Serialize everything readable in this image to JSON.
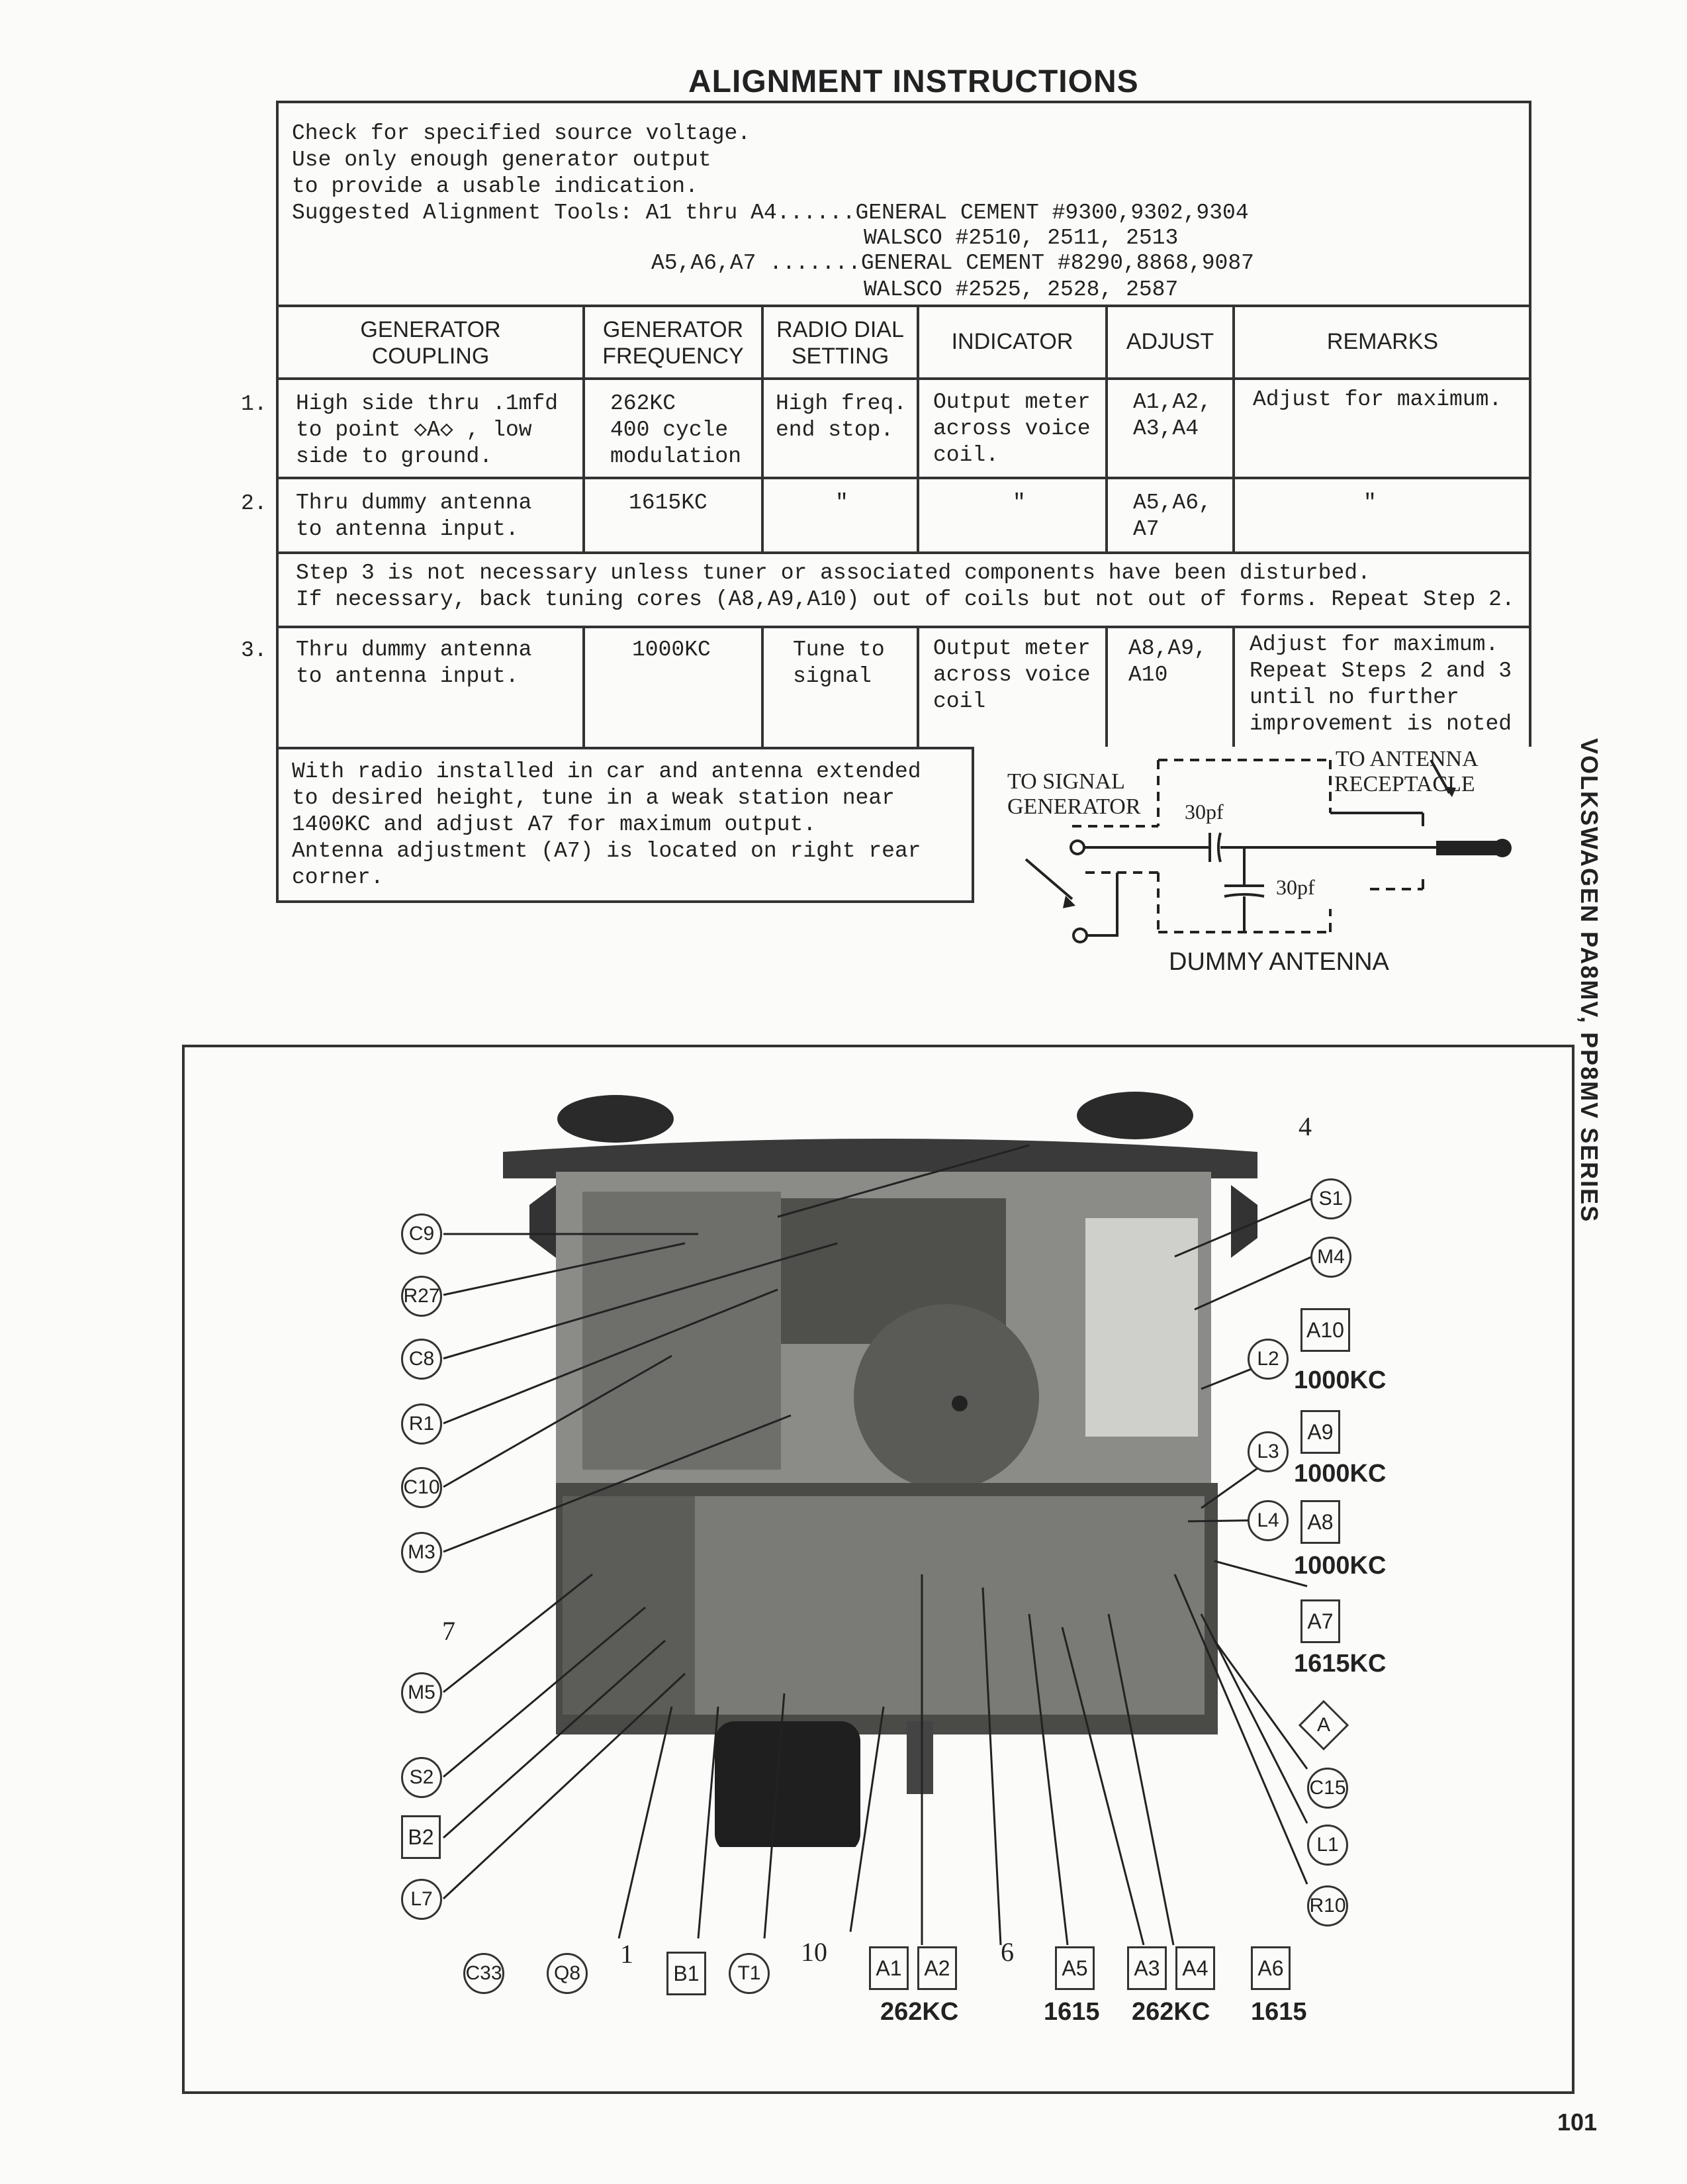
{
  "title": "ALIGNMENT INSTRUCTIONS",
  "intro": {
    "line1": "Check for specified source voltage.",
    "line2": "Use only enough generator output",
    "line3": "to provide a usable indication.",
    "line4": "Suggested Alignment Tools: A1 thru A4......GENERAL CEMENT #9300,9302,9304",
    "line5": "WALSCO #2510, 2511, 2513",
    "line6": "A5,A6,A7 .......GENERAL CEMENT #8290,8868,9087",
    "line7": "WALSCO #2525, 2528, 2587"
  },
  "headers": {
    "coupling": "GENERATOR\nCOUPLING",
    "frequency": "GENERATOR\nFREQUENCY",
    "dial": "RADIO DIAL\nSETTING",
    "indicator": "INDICATOR",
    "adjust": "ADJUST",
    "remarks": "REMARKS"
  },
  "steps": [
    {
      "num": "1.",
      "coupling": "High side thru .1mfd\nto point ◇A◇ , low\nside to ground.",
      "frequency": "262KC\n400 cycle\nmodulation",
      "dial": "High freq.\nend stop.",
      "indicator": "Output meter\nacross voice\ncoil.",
      "adjust": "A1,A2,\nA3,A4",
      "remarks": "Adjust for maximum."
    },
    {
      "num": "2.",
      "coupling": "Thru dummy antenna\nto antenna input.",
      "frequency": "1615KC",
      "dial": "\"",
      "indicator": "\"",
      "adjust": "A5,A6,\nA7",
      "remarks": "\""
    },
    {
      "num": "3.",
      "coupling": "Thru dummy antenna\nto antenna input.",
      "frequency": "1000KC",
      "dial": "Tune to\nsignal",
      "indicator": "Output meter\nacross voice\ncoil",
      "adjust": "A8,A9,\nA10",
      "remarks": "Adjust for maximum.\nRepeat Steps 2 and 3\nuntil no further\nimprovement is noted"
    }
  ],
  "step3_note": "Step 3 is not necessary unless tuner or associated components have been disturbed.\nIf necessary, back tuning cores (A8,A9,A10) out of coils but not out of forms. Repeat Step 2.",
  "antenna_note": "With radio installed in car and antenna extended\nto desired height, tune in a weak station near\n1400KC and adjust A7 for maximum output.\nAntenna adjustment (A7) is located on right rear\ncorner.",
  "schematic": {
    "to_signal": "TO SIGNAL",
    "generator": "GENERATOR",
    "to_antenna": "TO ANTENNA",
    "receptacle": "RECEPTACLE",
    "cap1": "30pf",
    "cap2": "30pf",
    "dummy": "DUMMY ANTENNA"
  },
  "side_title": "VOLKSWAGEN PA8MV, PP8MV SERIES",
  "page_number": "101",
  "callouts_left": [
    "C9",
    "R27",
    "C8",
    "R1",
    "C10",
    "M3",
    "M5",
    "S2",
    "B2",
    "L7"
  ],
  "callouts_right": [
    "S1",
    "M4",
    "L2",
    "L3",
    "L4",
    "C15",
    "L1",
    "R10"
  ],
  "callouts_bottom": [
    "C33",
    "Q8",
    "B1",
    "T1",
    "A1",
    "A2",
    "A5",
    "A3",
    "A4",
    "A6"
  ],
  "adjust_right": [
    {
      "label": "A10",
      "freq": "1000KC"
    },
    {
      "label": "A9",
      "freq": "1000KC"
    },
    {
      "label": "A8",
      "freq": "1000KC"
    },
    {
      "label": "A7",
      "freq": "1615KC"
    }
  ],
  "point_a": "A",
  "number_labels": {
    "n4": "4",
    "n7": "7",
    "n1": "1",
    "n10": "10",
    "n6": "6"
  },
  "bottom_freqs": {
    "f1": "262KC",
    "f2": "1615",
    "f3": "262KC",
    "f4": "1615"
  }
}
